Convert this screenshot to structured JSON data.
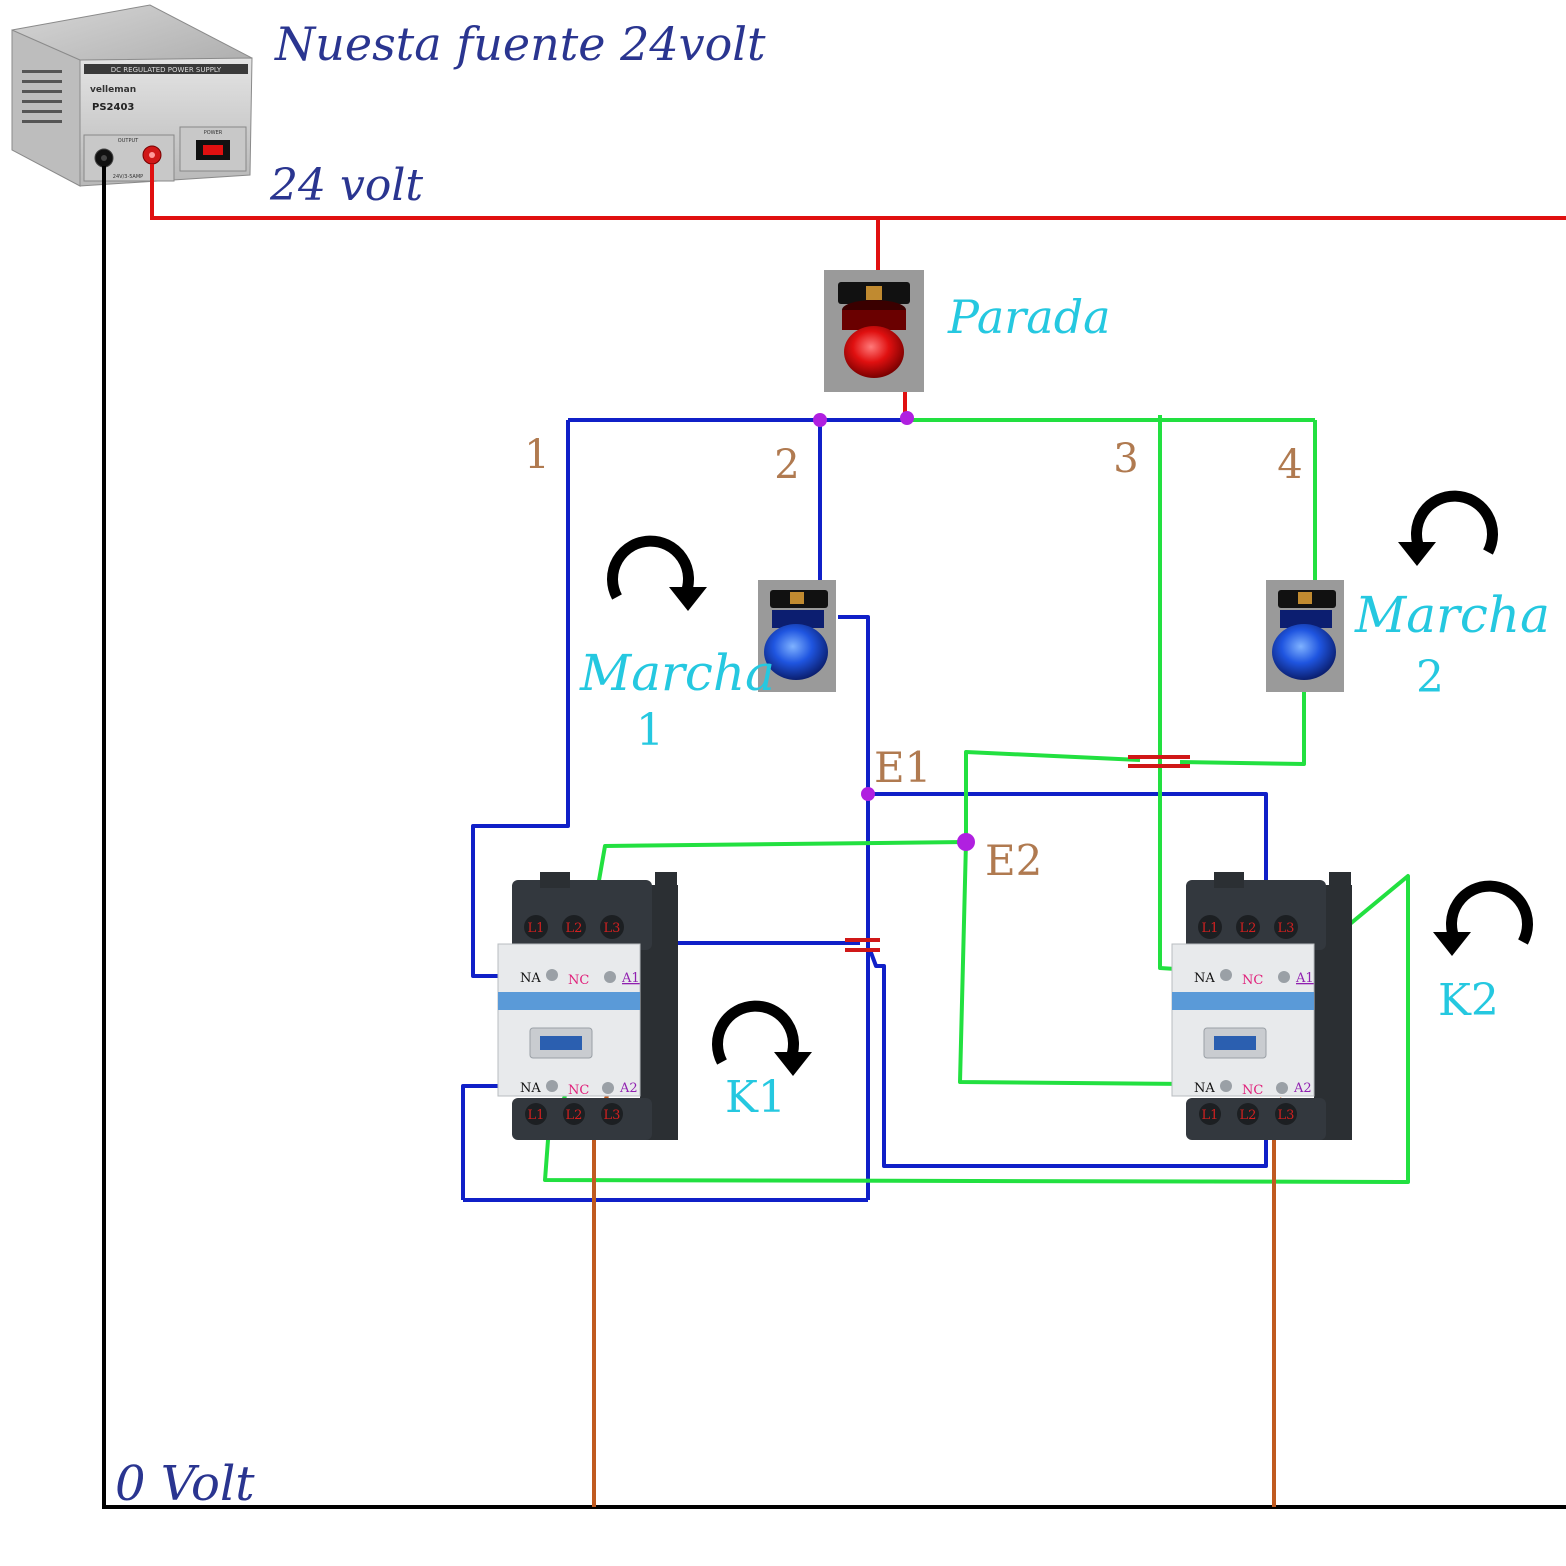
{
  "labels": {
    "supply_title": "Nuesta fuente 24volt",
    "supply_24v": "24 volt",
    "zero_volt": "0 Volt",
    "stop_button": "Parada",
    "start1_line1": "Marcha",
    "start1_line2": "1",
    "start2_line1": "Marcha",
    "start2_line2": "2",
    "k1": "K1",
    "k2": "K2",
    "e1": "E1",
    "e2": "E2",
    "branch_1": "1",
    "branch_2": "2",
    "branch_3": "3",
    "branch_4": "4"
  },
  "power_supply": {
    "header": "DC REGULATED POWER SUPPLY",
    "brand": "velleman",
    "model": "PS2403",
    "output_label": "OUTPUT",
    "power_label": "POWER",
    "rating": "24V/3-5AMP"
  },
  "contactors": [
    {
      "id": "K1",
      "top_terminals": [
        "L1",
        "L2",
        "L3"
      ],
      "bottom_terminals": [
        "L1",
        "L2",
        "L3"
      ],
      "contact_top": [
        "NA",
        "NC",
        "A1"
      ],
      "contact_bottom": [
        "NA",
        "NC",
        "A2"
      ]
    },
    {
      "id": "K2",
      "top_terminals": [
        "L1",
        "L2",
        "L3"
      ],
      "bottom_terminals": [
        "L1",
        "L2",
        "L3"
      ],
      "contact_top": [
        "NA",
        "NC",
        "A1"
      ],
      "contact_bottom": [
        "NA",
        "NC",
        "A2"
      ]
    }
  ],
  "colors": {
    "positive": "#e01010",
    "negative": "#000000",
    "blue_wire": "#1020c8",
    "green_wire": "#22e040",
    "coil_wire": "#c05a20",
    "junction": "#b020e0",
    "label_navy": "#2a3590",
    "label_cyan": "#25c8e0",
    "label_brown": "#b07a50"
  },
  "icons": [
    "rotate-clockwise-icon",
    "rotate-counterclockwise-icon"
  ]
}
